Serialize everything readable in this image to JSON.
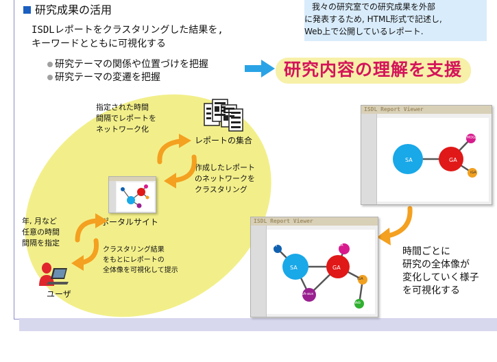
{
  "colors": {
    "accent": "#1b5fc0",
    "arrow": "#f4a020",
    "highlight": "#f7f0a8",
    "ellipse": "#f2ef8a",
    "note_bg": "#d9ecfb",
    "sa": "#19a8e8",
    "ga": "#e01818",
    "pink": "#d81b8c",
    "orange_node": "#f0a020",
    "purple": "#9a2090",
    "green": "#30b030",
    "darkblue": "#1060b0"
  },
  "section": {
    "icon": "square-bullet-icon",
    "title": "研究成果の活用"
  },
  "intro": {
    "line1": "ISDLレポートをクラスタリングした結果を,",
    "line2": "キーワードとともに可視化する"
  },
  "bullets": [
    "研究テーマの関係や位置づけを把握",
    "研究テーマの変遷を把握"
  ],
  "note": {
    "line1": "我々の研究室での研究成果を外部",
    "line2": "に発表するため, HTML形式で記述し,",
    "line3": "Web上で公開しているレポート."
  },
  "headline": "研究内容の理解を支援",
  "cycle": {
    "reports": "レポートの集合",
    "step1": [
      "指定された時間",
      "間隔でレポートを",
      "ネットワーク化"
    ],
    "step2": [
      "作成したレポート",
      "のネットワークを",
      "クラスタリング"
    ],
    "portal": "ポータルサイト",
    "step3": [
      "年, 月など",
      "任意の時間",
      "間隔を指定"
    ],
    "step4": [
      "クラスタリング結果",
      "をもとにレポートの",
      "全体像を可視化して提示"
    ],
    "user": "ユーザ"
  },
  "viewer_top": {
    "title": "ISDL Report Viewer",
    "nodes": {
      "sa": "SA",
      "ga": "GA",
      "moga": "MOGA",
      "iga": "iGA"
    }
  },
  "viewer_bottom": {
    "title": "ISDL Report Viewer",
    "nodes": {
      "sa": "SA",
      "ga": "GA",
      "ddm": "DDM",
      "moga": "MOGA",
      "iga": "iGA",
      "web": "Web",
      "gaux": "GA-aux"
    }
  },
  "caption": [
    "時間ごとに",
    "研究の全体像が",
    "変化していく様子",
    "を可視化する"
  ]
}
